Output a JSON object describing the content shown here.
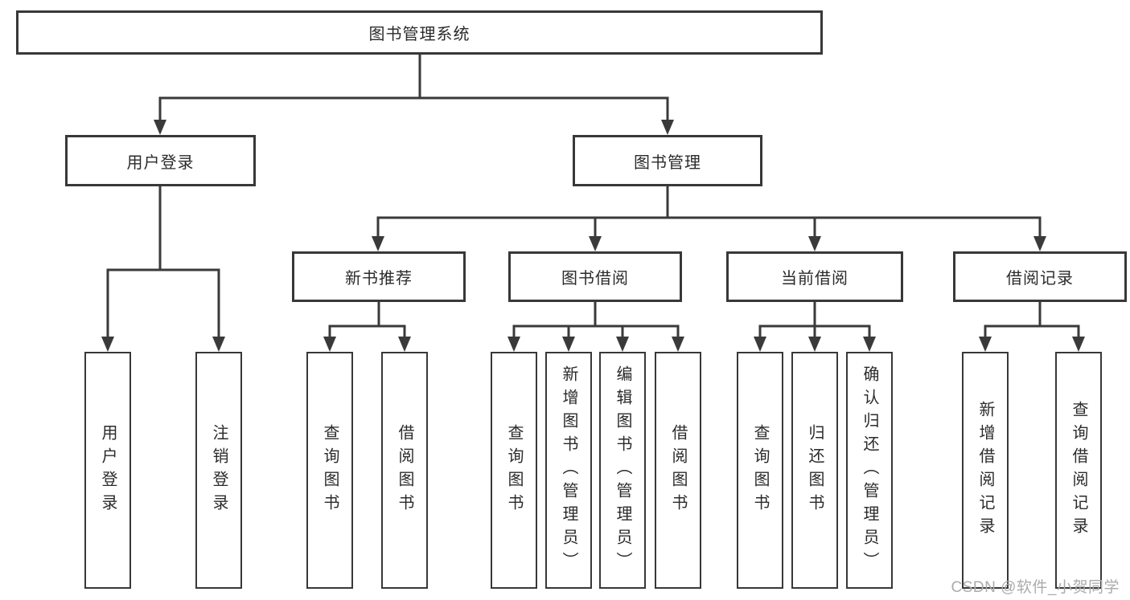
{
  "tree": {
    "label": "图书管理系统",
    "children": [
      {
        "label": "用户登录",
        "children": [
          {
            "label": "用户登录"
          },
          {
            "label": "注销登录"
          }
        ]
      },
      {
        "label": "图书管理",
        "children": [
          {
            "label": "新书推荐",
            "children": [
              {
                "label": "查询图书"
              },
              {
                "label": "借阅图书"
              }
            ]
          },
          {
            "label": "图书借阅",
            "children": [
              {
                "label": "查询图书"
              },
              {
                "label": "新增图书（管理员）"
              },
              {
                "label": "编辑图书（管理员）"
              },
              {
                "label": "借阅图书"
              }
            ]
          },
          {
            "label": "当前借阅",
            "children": [
              {
                "label": "查询图书"
              },
              {
                "label": "归还图书"
              },
              {
                "label": "确认归还（管理员）"
              }
            ]
          },
          {
            "label": "借阅记录",
            "children": [
              {
                "label": "新增借阅记录"
              },
              {
                "label": "查询借阅记录"
              }
            ]
          }
        ]
      }
    ]
  },
  "watermark": "CSDN @软件_小贺同学",
  "colors": {
    "line": "#3a3a3a",
    "border": "#383838",
    "text": "#2b2b2b",
    "watermark": "#ababab",
    "background": "#ffffff"
  }
}
